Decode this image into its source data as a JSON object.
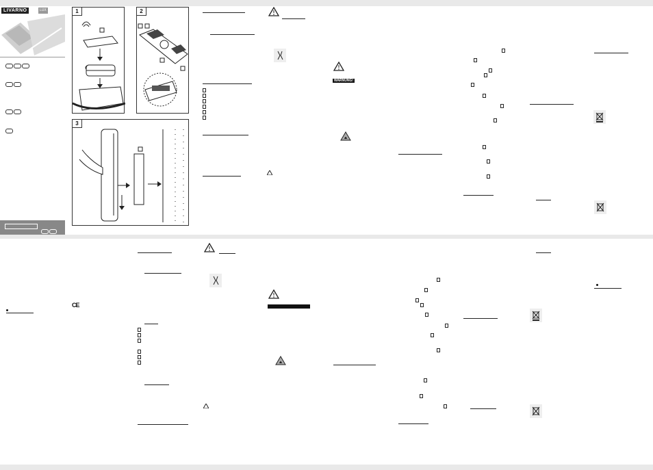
{
  "brand": {
    "name": "LIVARNO",
    "badge": "LUX"
  },
  "warning_label": "WARNUNG!",
  "figures": [
    {
      "num": "1"
    },
    {
      "num": "2"
    },
    {
      "num": "3"
    }
  ],
  "ce_mark": "CE",
  "colors": {
    "text": "#111111",
    "background": "#ffffff",
    "gutter": "#e9e9e9",
    "cover_grey": "#888888"
  }
}
